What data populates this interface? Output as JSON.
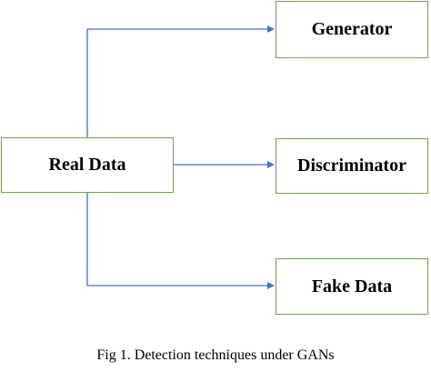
{
  "diagram": {
    "nodes": {
      "real_data": "Real Data",
      "generator": "Generator",
      "discriminator": "Discriminator",
      "fake_data": "Fake Data"
    },
    "edges": [
      {
        "from": "real_data",
        "to": "generator"
      },
      {
        "from": "real_data",
        "to": "discriminator"
      },
      {
        "from": "real_data",
        "to": "fake_data"
      }
    ],
    "colors": {
      "box_border": "#6aa84f",
      "arrow": "#4472c4"
    }
  },
  "caption": "Fig 1. Detection techniques under GANs"
}
